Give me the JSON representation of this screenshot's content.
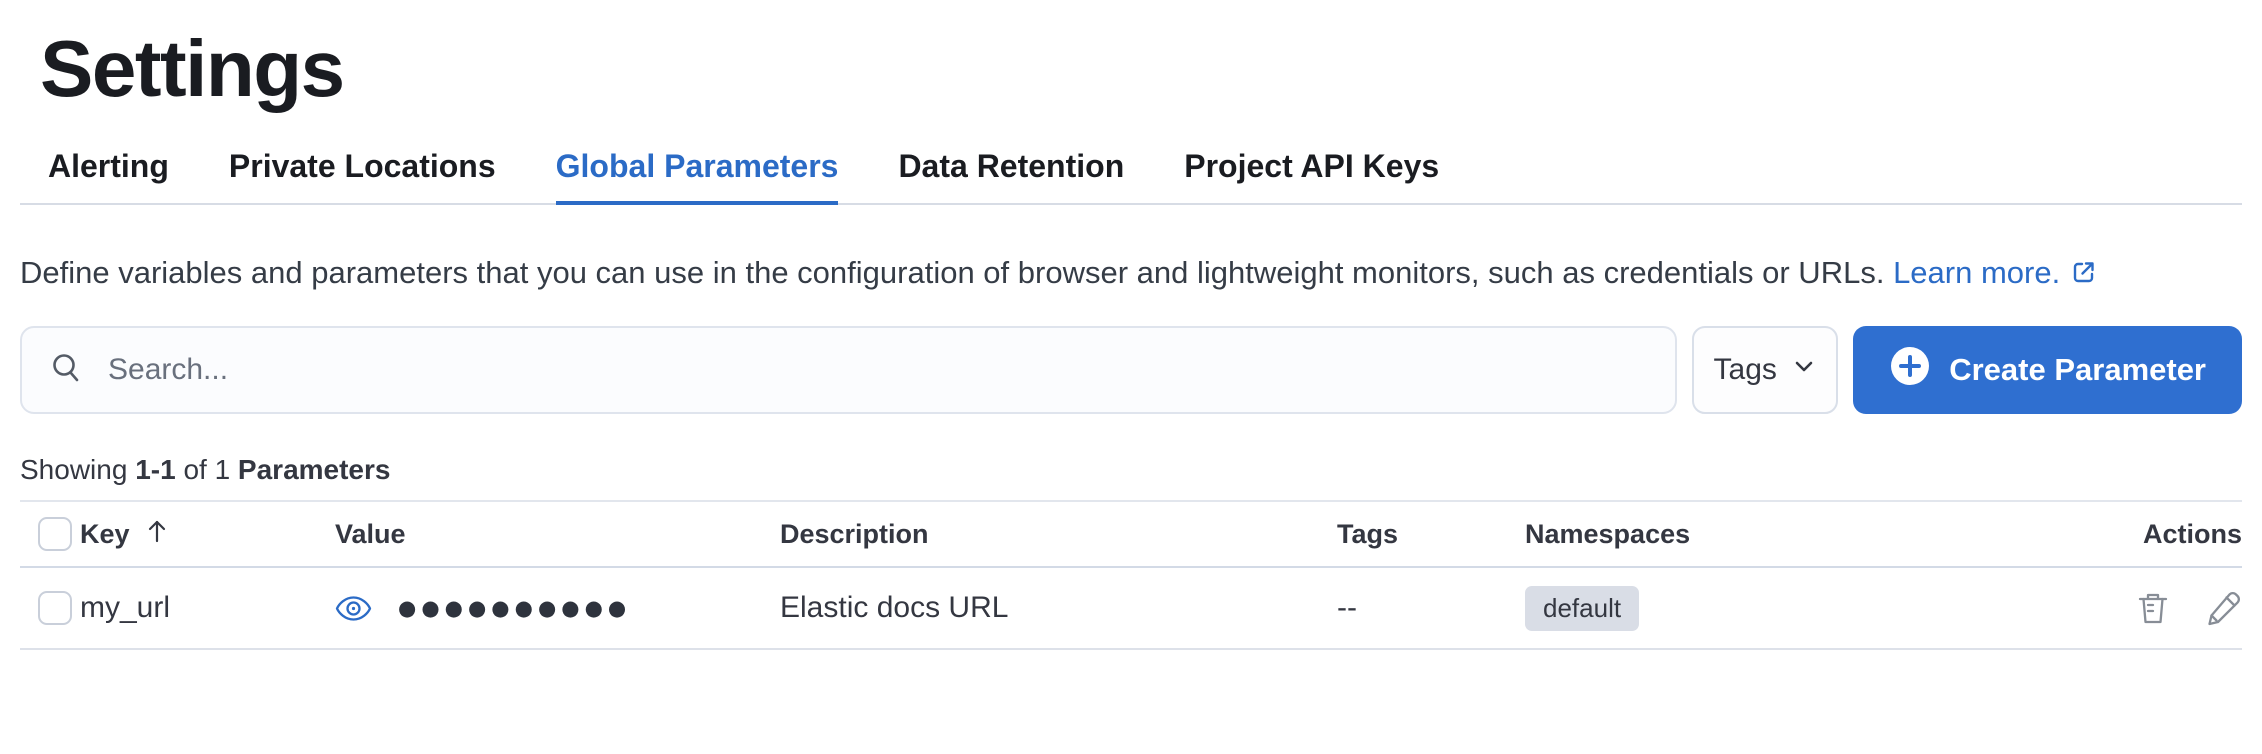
{
  "page": {
    "title": "Settings"
  },
  "tabs": [
    {
      "label": "Alerting"
    },
    {
      "label": "Private Locations"
    },
    {
      "label": "Global Parameters",
      "active": true
    },
    {
      "label": "Data Retention"
    },
    {
      "label": "Project API Keys"
    }
  ],
  "description": {
    "text": "Define variables and parameters that you can use in the configuration of browser and lightweight monitors, such as credentials or URLs.",
    "link_label": "Learn more."
  },
  "toolbar": {
    "search_placeholder": "Search...",
    "search_value": "",
    "tags_label": "Tags",
    "create_label": "Create Parameter"
  },
  "summary": {
    "showing": "Showing",
    "range": "1-1",
    "of": "of 1",
    "entity": "Parameters"
  },
  "table": {
    "columns": [
      "Key",
      "Value",
      "Description",
      "Tags",
      "Namespaces",
      "Actions"
    ],
    "sort": {
      "column": "Key",
      "direction": "ascending"
    },
    "rows": [
      {
        "key": "my_url",
        "value_masked": "●●●●●●●●●●",
        "description": "Elastic docs URL",
        "tags": "--",
        "namespace": "default"
      }
    ]
  },
  "colors": {
    "accent_blue": "#2b6bc6",
    "button_blue": "#2f6fd0",
    "badge_bg": "#d9dde6",
    "border_gray": "#d3dae6",
    "text_dark": "#343741"
  }
}
